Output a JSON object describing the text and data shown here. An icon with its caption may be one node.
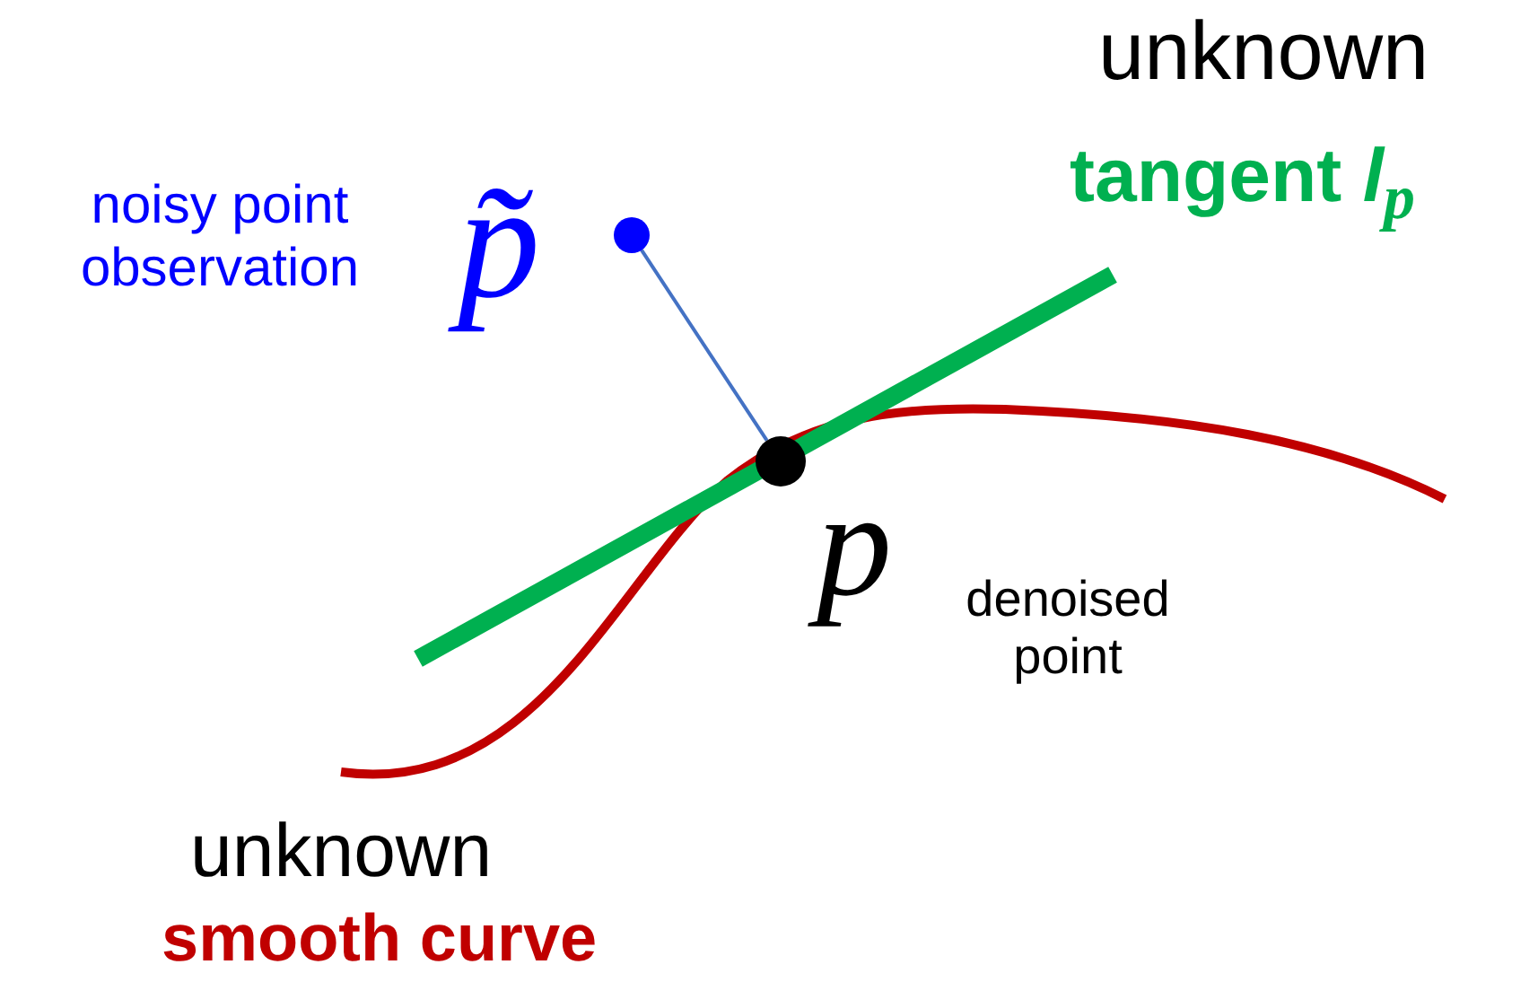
{
  "diagram": {
    "nodes": [
      {
        "text": [],
        "shape": "circle",
        "beside": [
          "p̃",
          "noisy point observation"
        ]
      },
      {
        "text": [],
        "shape": "circle",
        "beside": [
          "p",
          "denoised point"
        ]
      }
    ],
    "edges": [
      {
        "from": 0,
        "to": 1,
        "arrow": "none"
      }
    ],
    "labels": [
      "unknown",
      "tangent *l*$_{p}$",
      "unknown",
      "smooth curve"
    ]
  }
}
